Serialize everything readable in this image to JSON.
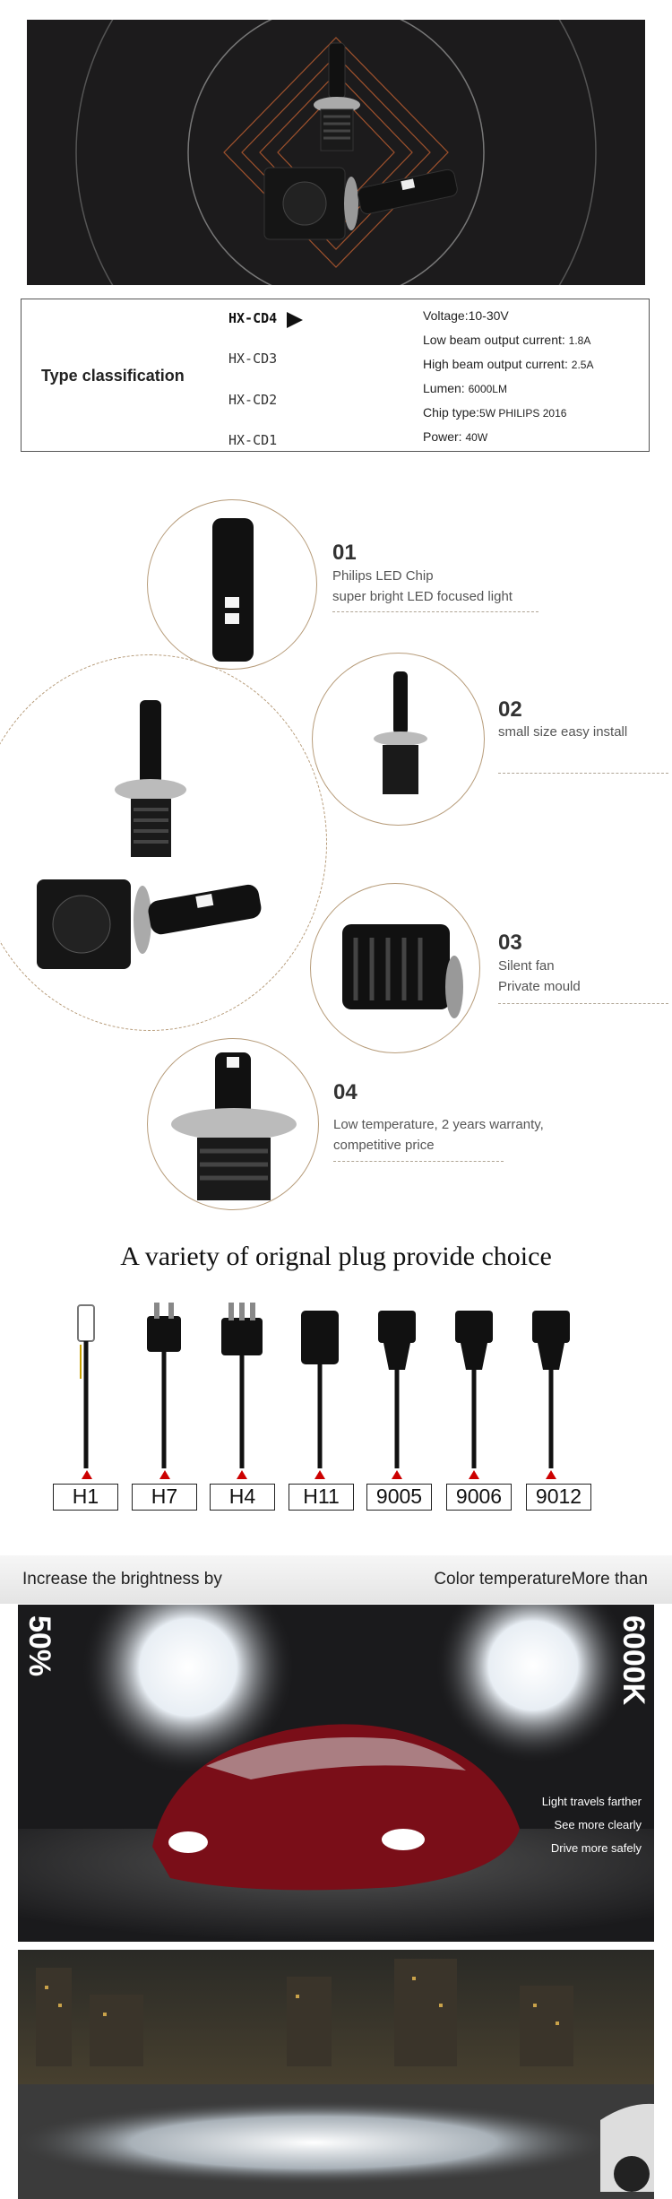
{
  "spec": {
    "type_label": "Type classification",
    "models": [
      "HX-CD4",
      "HX-CD3",
      "HX-CD2",
      "HX-CD1"
    ],
    "lines": [
      {
        "label": "Voltage:",
        "value": "10-30V"
      },
      {
        "label": "Low beam output current:",
        "value": "1.8A"
      },
      {
        "label": "High beam output current:",
        "value": "2.5A"
      },
      {
        "label": "Lumen:",
        "value": "6000LM"
      },
      {
        "label": "Chip type:",
        "value": "5W PHILIPS 2016"
      },
      {
        "label": "Power:",
        "value": "40W"
      }
    ]
  },
  "features": [
    {
      "num": "01",
      "lines": [
        "Philips LED Chip",
        "super bright LED focused light"
      ]
    },
    {
      "num": "02",
      "lines": [
        "small size easy install"
      ]
    },
    {
      "num": "03",
      "lines": [
        "Silent fan",
        "Private mould"
      ]
    },
    {
      "num": "04",
      "lines": [
        "Low temperature, 2 years warranty,",
        "competitive price"
      ]
    }
  ],
  "plugs": {
    "title": "A variety of orignal plug provide choice",
    "labels": [
      "H1",
      "H7",
      "H4",
      "H11",
      "9005",
      "9006",
      "9012"
    ]
  },
  "brightness": {
    "left_text": "Increase the brightness by",
    "right_text": "Color temperatureMore than",
    "percent": "50%",
    "kelvin": "6000K",
    "claims": [
      "Light travels farther",
      "See more clearly",
      "Drive more safely"
    ]
  },
  "colors": {
    "accent_circle": "#b79c7a",
    "marker_red": "#cc0000",
    "hero_bg": "#1c1b1c",
    "hero_diamond": "#a0522d"
  }
}
